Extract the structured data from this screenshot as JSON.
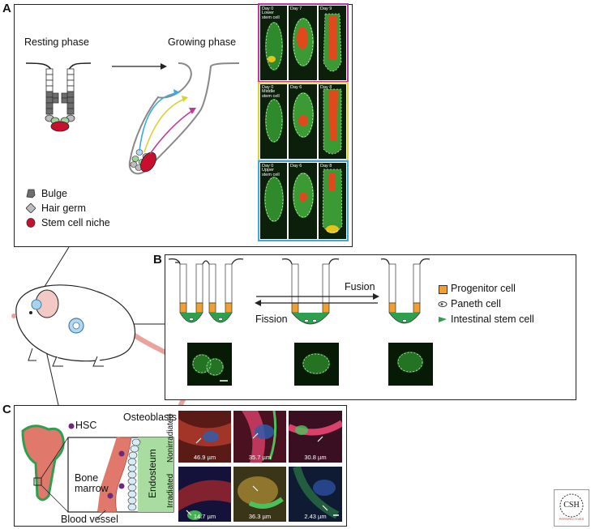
{
  "panel_a": {
    "letter": "A",
    "resting_title": "Resting phase",
    "growing_title": "Growing phase",
    "legend": [
      {
        "label": "Bulge",
        "color": "#6d6d6d"
      },
      {
        "label": "Hair germ",
        "color": "#bdbdbd"
      },
      {
        "label": "Stem cell niche",
        "color": "#c8102e"
      }
    ],
    "rows": [
      {
        "name": "lower",
        "border": "#c0399b",
        "tag": "Lower stem cell",
        "days": [
          "Day 0",
          "Day 7",
          "Day 9"
        ]
      },
      {
        "name": "middle",
        "border": "#d9d234",
        "tag": "Middle stem cell",
        "days": [
          "Day 0",
          "Day 6",
          "Day 8"
        ]
      },
      {
        "name": "upper",
        "border": "#3fa9d8",
        "tag": "Upper stem cell",
        "days": [
          "Day 0",
          "Day 6",
          "Day 8"
        ]
      }
    ]
  },
  "panel_b": {
    "letter": "B",
    "fusion": "Fusion",
    "fission": "Fission",
    "legend": [
      {
        "label": "Progenitor cell",
        "color": "#f0a030"
      },
      {
        "label": "Paneth cell",
        "color": "#555555"
      },
      {
        "label": "Intestinal stem cell",
        "color": "#2e9e4f"
      }
    ]
  },
  "panel_c": {
    "letter": "C",
    "hsc": "HSC",
    "osteoblasts": "Osteoblasts",
    "bone_marrow": "Bone marrow",
    "endosteum": "Endosteum",
    "blood_vessel": "Blood vessel",
    "row_labels": [
      "Nonirradiated",
      "Irradiated"
    ],
    "nonirradiated": [
      "46.9 µm",
      "35.7 µm",
      "30.8 µm"
    ],
    "irradiated": [
      "14.7 µm",
      "36.3 µm",
      "2.43 µm"
    ]
  },
  "logo": {
    "text": "CSH",
    "sub": "PERSPECTIVES"
  }
}
